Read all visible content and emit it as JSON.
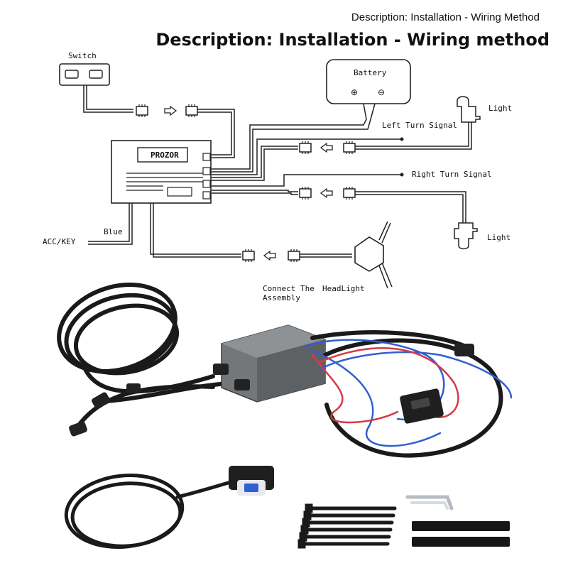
{
  "header": {
    "caption": "Description: Installation - Wiring Method",
    "title": "Description: Installation - Wiring method"
  },
  "diagram": {
    "switch_label": "Switch",
    "battery_label": "Battery",
    "battery_positive": "⊕",
    "battery_negative": "⊖",
    "controller_label": "PROZOR",
    "left_turn_label": "Left Turn Signal",
    "right_turn_label": "Right Turn Signal",
    "light_top_label": "Light",
    "light_bottom_label": "Light",
    "blue_label": "Blue",
    "acc_label": "ACC/KEY",
    "connect_line1": "Connect The",
    "connect_line2": "Assembly",
    "headlight_label": "HeadLight"
  },
  "colors": {
    "line": "#222222",
    "cable": "#1a1a1a",
    "box": "#6c6f72",
    "blue_wire": "#2f5fd0",
    "red_wire": "#d23a4a"
  },
  "icons": [
    "switch-icon",
    "battery-icon",
    "connector-icon",
    "arrow-left-icon",
    "arrow-right-icon",
    "light-bulb-icon",
    "splitter-icon",
    "fuse-icon",
    "zip-tie-icon",
    "hex-key-icon",
    "heat-shrink-icon"
  ]
}
